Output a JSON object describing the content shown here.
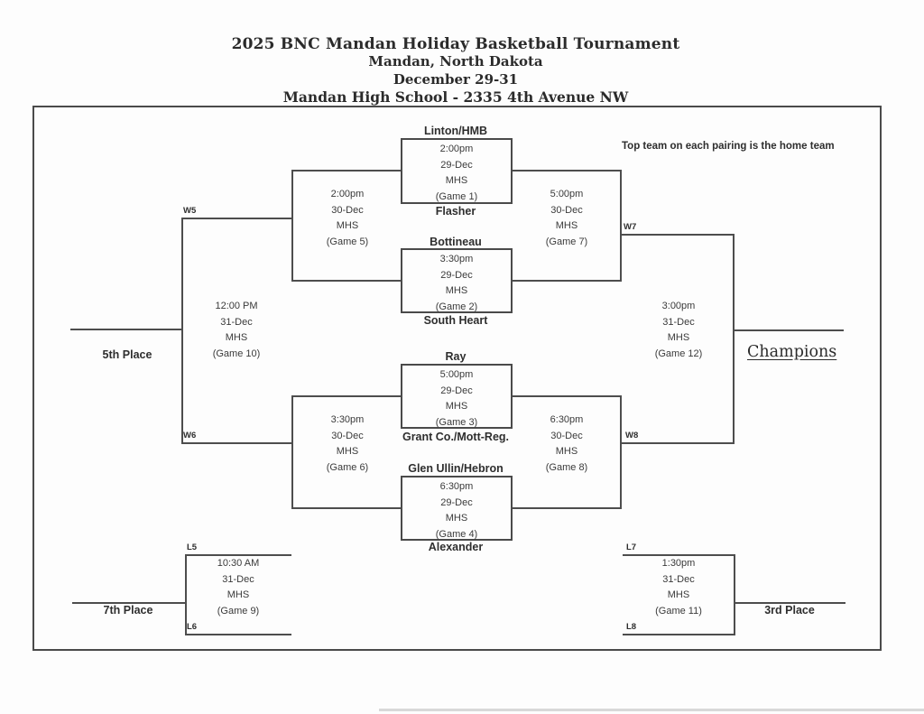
{
  "title": {
    "line1": "2025 BNC Mandan Holiday Basketball Tournament",
    "line2": "Mandan, North Dakota",
    "line3": "December 29-31",
    "line4": "Mandan High School - 2335 4th Avenue NW"
  },
  "note": "Top team on each pairing is the home team",
  "colors": {
    "ink": "#2e2e2e",
    "line": "#4d4d4d",
    "paper": "#fdfdfd"
  },
  "games": {
    "g1": {
      "top": "Linton/HMB",
      "bottom": "Flasher",
      "time": "2:00pm",
      "date": "29-Dec",
      "venue": "MHS",
      "label": "(Game 1)"
    },
    "g2": {
      "top": "Bottineau",
      "bottom": "South Heart",
      "time": "3:30pm",
      "date": "29-Dec",
      "venue": "MHS",
      "label": "(Game 2)"
    },
    "g3": {
      "top": "Ray",
      "bottom": "Grant Co./Mott-Reg.",
      "time": "5:00pm",
      "date": "29-Dec",
      "venue": "MHS",
      "label": "(Game 3)"
    },
    "g4": {
      "top": "Glen Ullin/Hebron",
      "bottom": "Alexander",
      "time": "6:30pm",
      "date": "29-Dec",
      "venue": "MHS",
      "label": "(Game 4)"
    },
    "g5": {
      "time": "2:00pm",
      "date": "30-Dec",
      "venue": "MHS",
      "label": "(Game 5)"
    },
    "g6": {
      "time": "3:30pm",
      "date": "30-Dec",
      "venue": "MHS",
      "label": "(Game 6)"
    },
    "g7": {
      "time": "5:00pm",
      "date": "30-Dec",
      "venue": "MHS",
      "label": "(Game 7)"
    },
    "g8": {
      "time": "6:30pm",
      "date": "30-Dec",
      "venue": "MHS",
      "label": "(Game 8)"
    },
    "g9": {
      "time": "10:30 AM",
      "date": "31-Dec",
      "venue": "MHS",
      "label": "(Game 9)"
    },
    "g10": {
      "time": "12:00 PM",
      "date": "31-Dec",
      "venue": "MHS",
      "label": "(Game 10)"
    },
    "g11": {
      "time": "1:30pm",
      "date": "31-Dec",
      "venue": "MHS",
      "label": "(Game 11)"
    },
    "g12": {
      "time": "3:00pm",
      "date": "31-Dec",
      "venue": "MHS",
      "label": "(Game 12)"
    }
  },
  "slots": {
    "w5": "W5",
    "w6": "W6",
    "w7": "W7",
    "w8": "W8",
    "l5": "L5",
    "l6": "L6",
    "l7": "L7",
    "l8": "L8"
  },
  "places": {
    "fifth": "5th Place",
    "seventh": "7th Place",
    "third": "3rd Place",
    "champion": "Champions"
  }
}
